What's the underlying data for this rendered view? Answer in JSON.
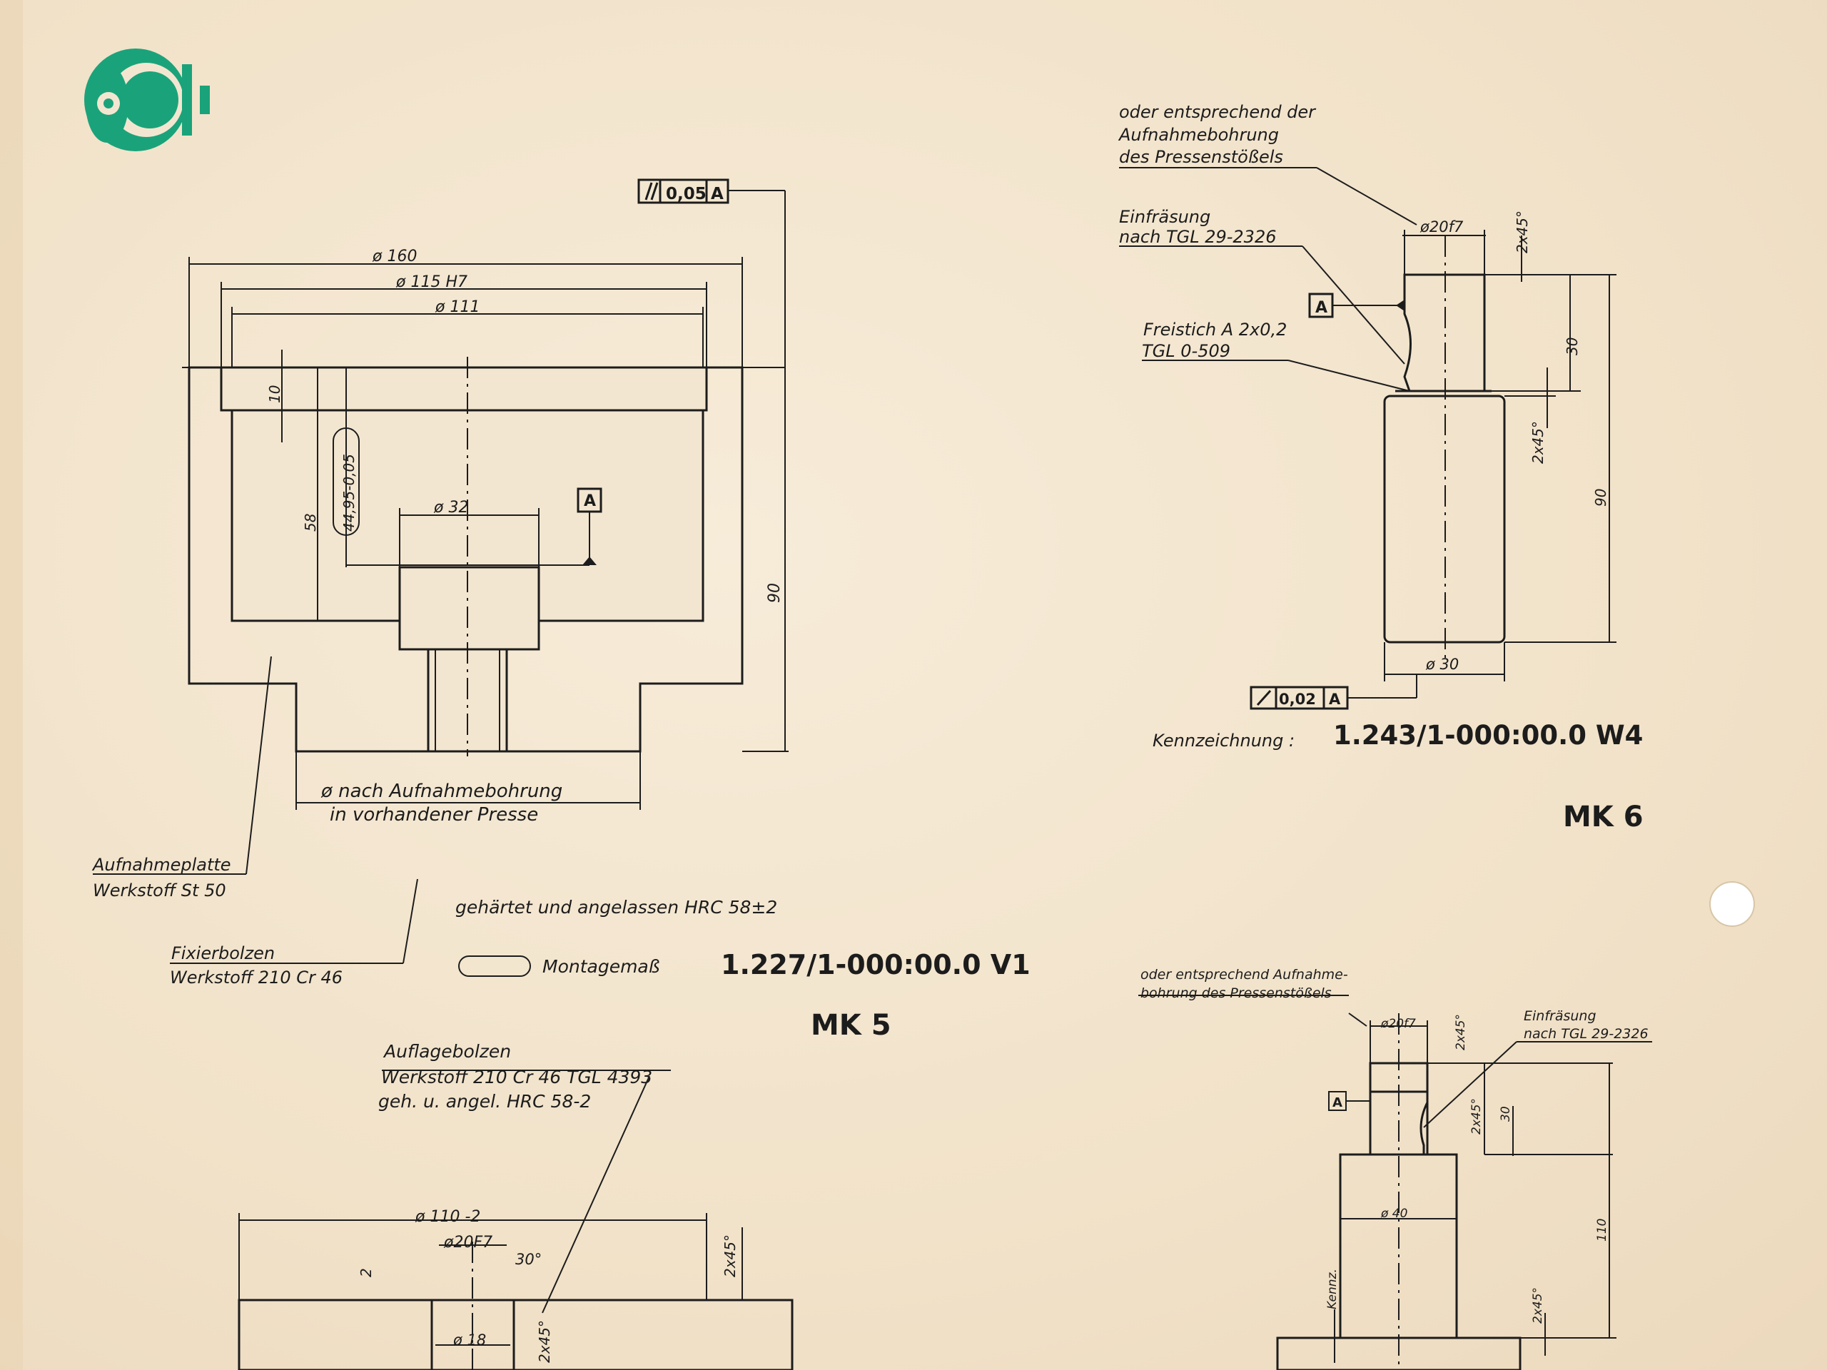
{
  "logo": {
    "icon": "turbine-wheel-icon",
    "color": "#1aa37a"
  },
  "mk5": {
    "parallelism_tol": "0,05",
    "datum": "A",
    "dim_160": "ø 160",
    "dim_115": "ø 115 H7",
    "dim_111": "ø 111",
    "dim_10": "10",
    "dim_4495": "44,95-0,05",
    "dim_58": "58",
    "dim_32": "ø 32",
    "dim_90": "90",
    "note_nach1": "ø nach Aufnahmebohrung",
    "note_nach2": "in vorhandener Presse",
    "plate1": "Aufnahmeplatte",
    "plate2": "Werkstoff  St 50",
    "bolt1": "Fixierbolzen",
    "bolt2": "Werkstoff  210 Cr 46",
    "hardened": "gehärtet  und  angelassen  HRC  58±2",
    "montage": "Montagemaß",
    "code": "1.227/1-000:00.0  V1",
    "label": "MK 5"
  },
  "mk6": {
    "note1": "oder entsprechend der",
    "note2": "Aufnahmebohrung",
    "note3": "des Pressenstößels",
    "dim_20f7": "ø20f7",
    "dim_2x45a": "2x45°",
    "einfr1": "Einfräsung",
    "einfr2": "nach TGL 29-2326",
    "datum": "A",
    "freistich1": "Freistich A 2x0,2",
    "freistich2": "TGL 0-509",
    "dim_30": "30",
    "dim_2x45b": "2x45°",
    "dim_90": "90",
    "dim_30d": "ø 30",
    "runout_tol": "0,02",
    "kenn_label": "Kennzeichnung :",
    "code": "1.243/1-000:00.0  W4",
    "label": "MK 6"
  },
  "auflage": {
    "title": "Auflagebolzen",
    "line2": "Werkstoff  210 Cr 46 TGL 4393",
    "line3": "geh. u. angel. HRC 58-2",
    "dim_110": "ø 110 -2",
    "dim_20f7": "ø20F7",
    "dim_30deg": "30°",
    "dim_2x45": "2x45°",
    "dim_2": "2",
    "dim_18": "ø 18",
    "dim_2x45b": "2x45°"
  },
  "mk7": {
    "note1": "oder entsprechend Aufnahme-",
    "note2": "bohrung des Pressenstößels",
    "dim_20f7": "ø20f7",
    "dim_2x45a": "2x45°",
    "einfr1": "Einfräsung",
    "einfr2": "nach TGL 29-2326",
    "datum": "A",
    "dim_2x45b": "2x45°",
    "dim_30": "30",
    "dim_40": "ø 40",
    "dim_110": "110",
    "kenn": "Kennz.",
    "dim_2x45c": "2x45°"
  }
}
